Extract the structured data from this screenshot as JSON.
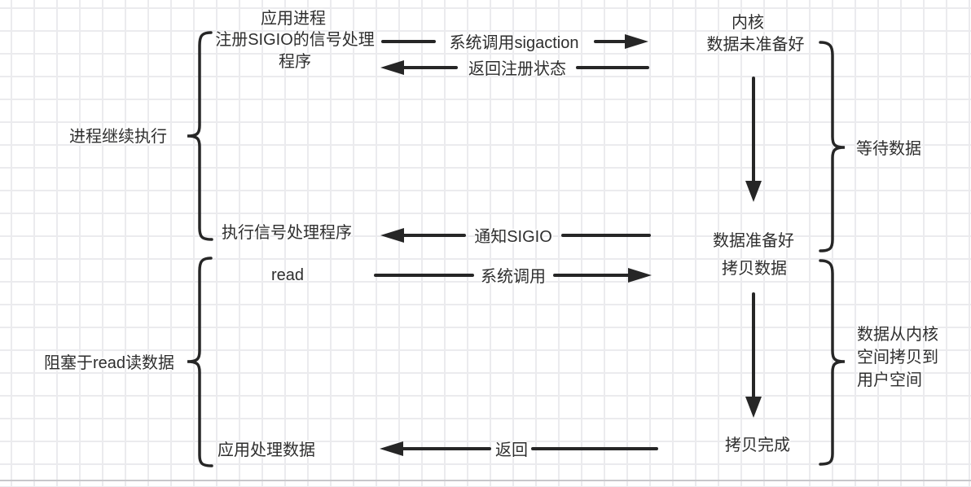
{
  "app": {
    "title": "应用进程",
    "register_handler": "注册SIGIO的信号处理程序",
    "execute_handler": "执行信号处理程序",
    "read_call": "read",
    "process_data": "应用处理数据"
  },
  "kernel": {
    "title": "内核",
    "data_not_ready": "数据未准备好",
    "data_ready": "数据准备好",
    "copy_data": "拷贝数据",
    "copy_complete": "拷贝完成"
  },
  "arrows": {
    "sigaction": "系统调用sigaction",
    "register_return": "返回注册状态",
    "notify_sigio": "通知SIGIO",
    "read_syscall": "系统调用",
    "read_return": "返回"
  },
  "phases": {
    "process_continues": "进程继续执行",
    "blocked_on_read": "阻塞于read读数据",
    "wait_for_data": "等待数据",
    "copy_kernel_to_user": "数据从内核空间拷贝到用户空间"
  },
  "colors": {
    "line": "#262626",
    "text": "#2e2e2e",
    "grid": "#ebebee",
    "baseline": "#c7c7cb"
  }
}
